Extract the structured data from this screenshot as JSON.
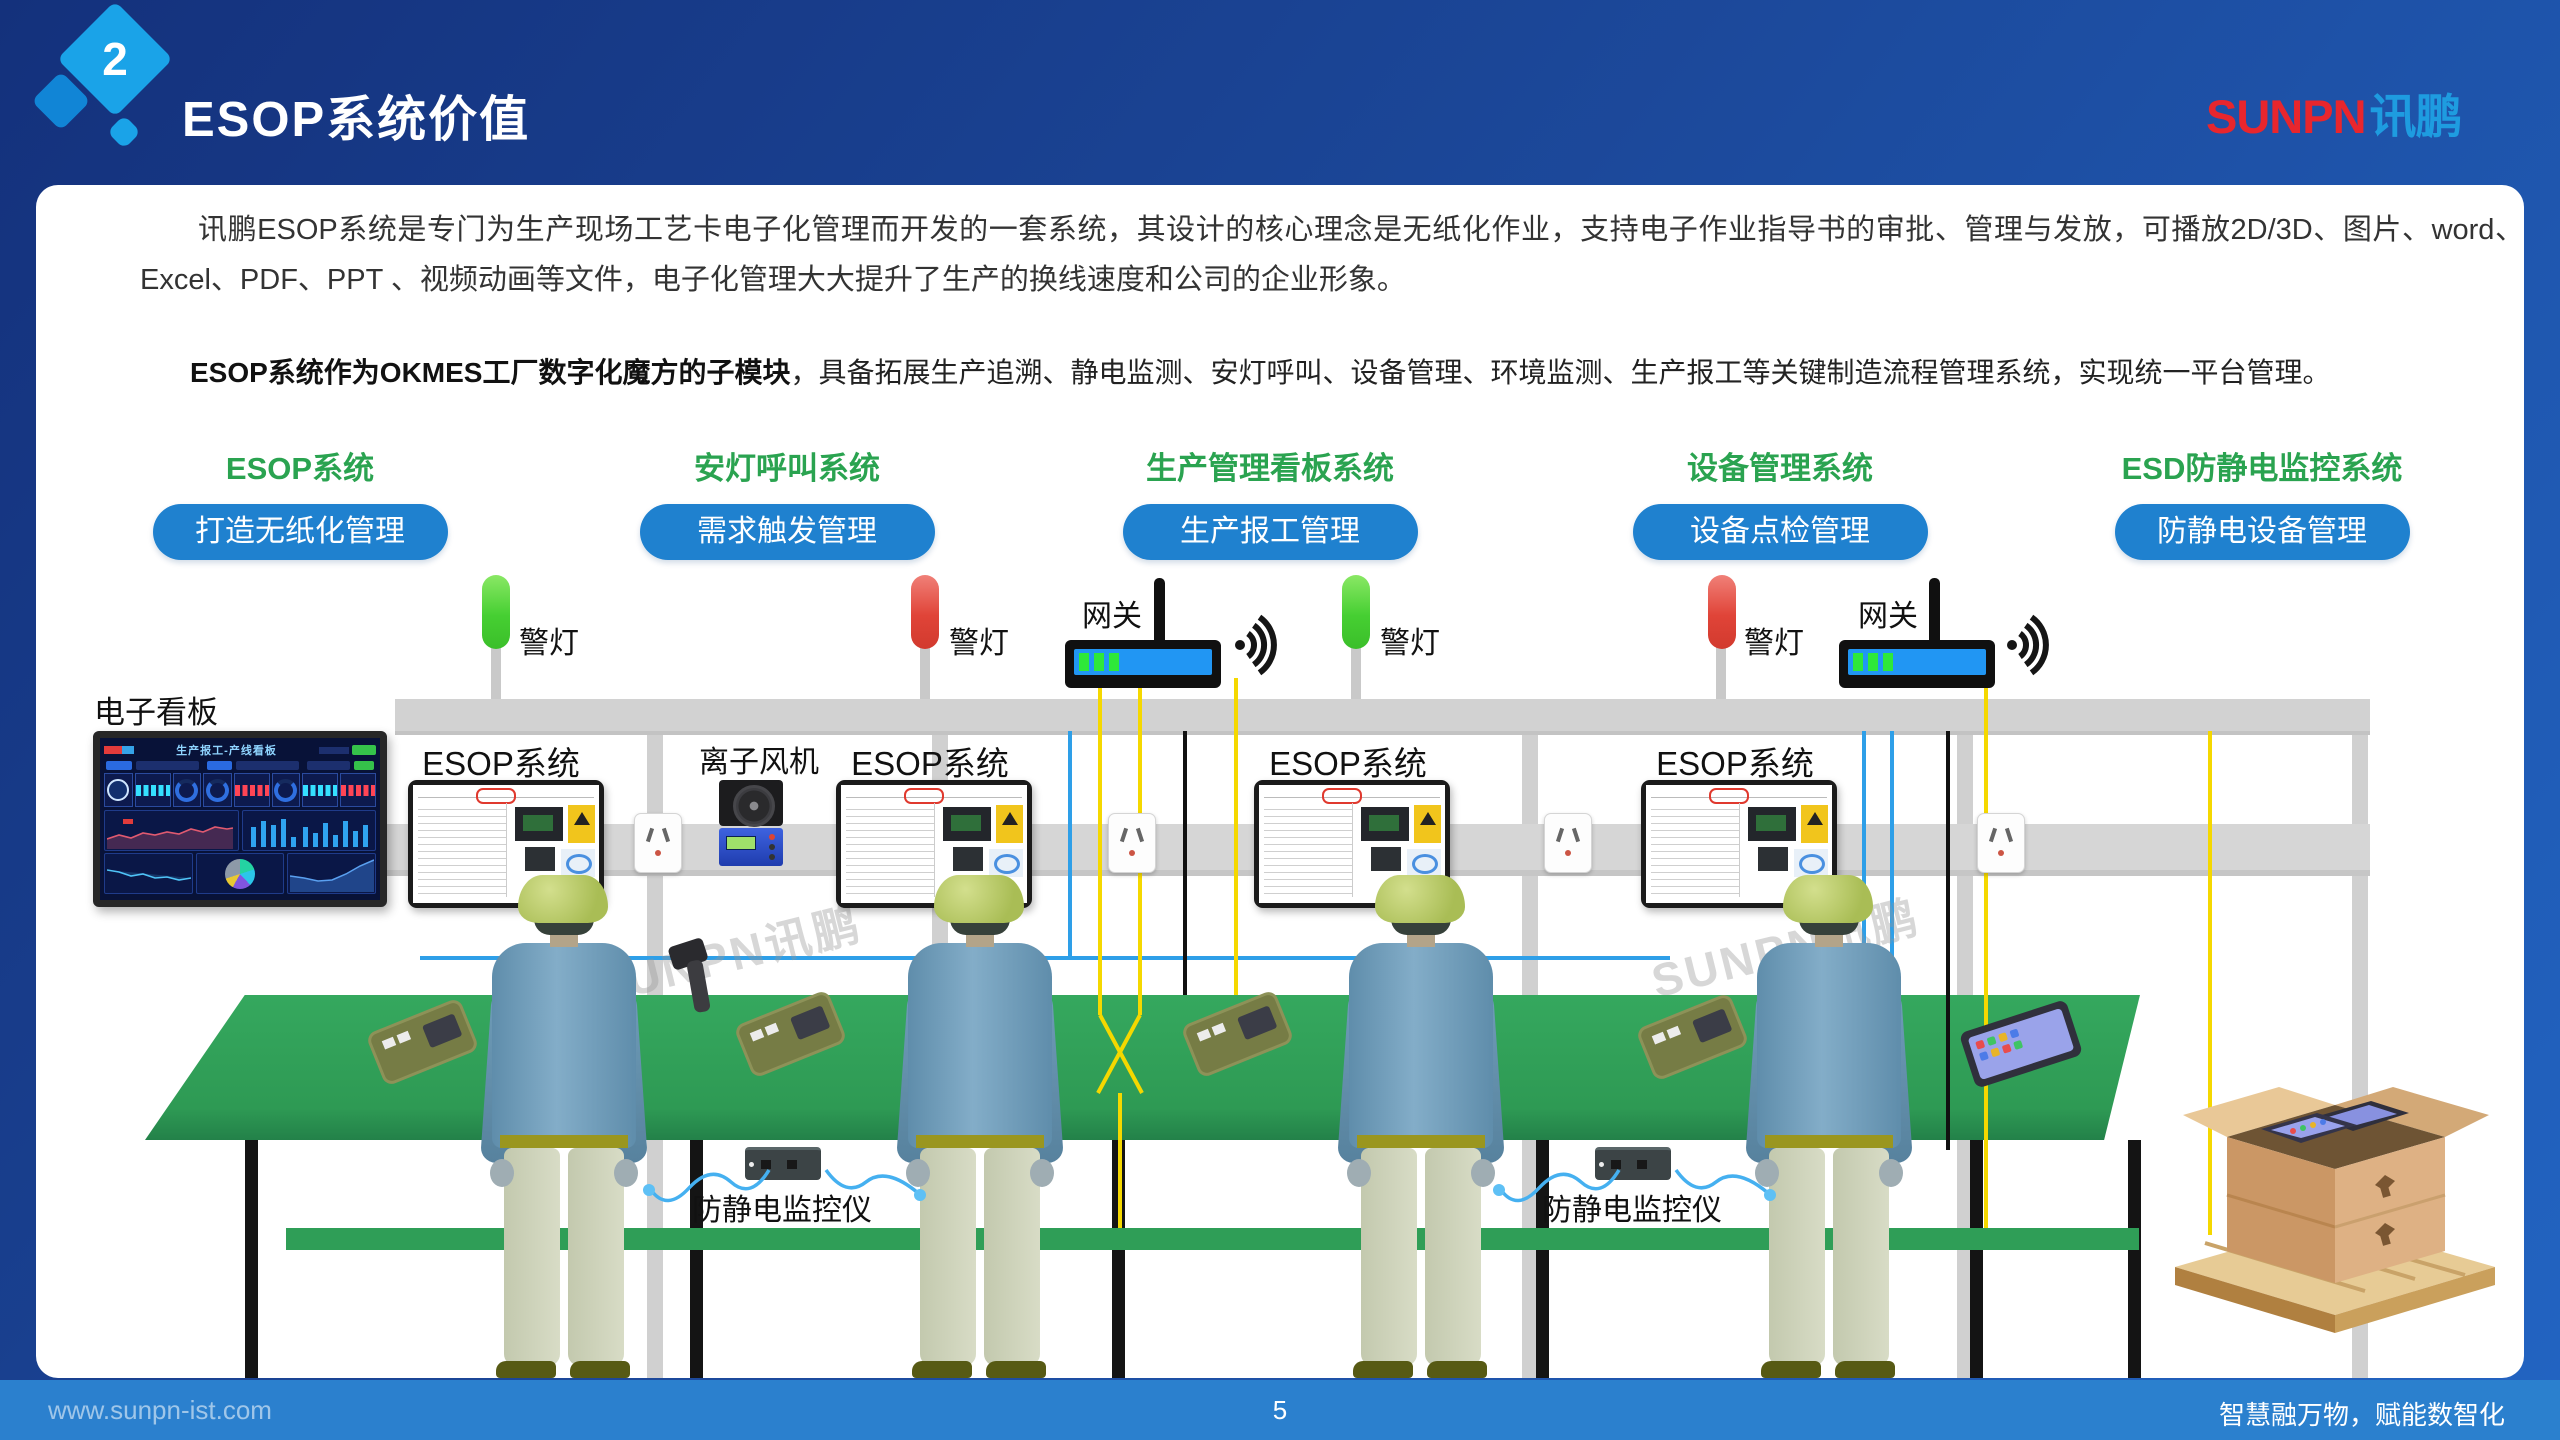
{
  "slide": {
    "slide_number": "2",
    "title": "ESOP系统价值",
    "logo": {
      "latin": "SUNPN",
      "cn": "讯鹏"
    },
    "intro_paragraph": "讯鹏ESOP系统是专门为生产现场工艺卡电子化管理而开发的一套系统，其设计的核心理念是无纸化作业，支持电子作业指导书的审批、管理与发放，可播放2D/3D、图片、word、Excel、PDF、PPT 、视频动画等文件，电子化管理大大提升了生产的换线速度和公司的企业形象。",
    "module_paragraph_bold": "ESOP系统作为OKMES工厂数字化魔方的子模块",
    "module_paragraph_rest": "，具备拓展生产追溯、静电监测、安灯呼叫、设备管理、环境监测、生产报工等关键制造流程管理系统，实现统一平台管理。",
    "systems": [
      {
        "name": "ESOP系统",
        "feature": "打造无纸化管理"
      },
      {
        "name": "安灯呼叫系统",
        "feature": "需求触发管理"
      },
      {
        "name": "生产管理看板系统",
        "feature": "生产报工管理"
      },
      {
        "name": "设备管理系统",
        "feature": "设备点检管理"
      },
      {
        "name": "ESD防静电监控系统",
        "feature": "防静电设备管理"
      }
    ],
    "diagram": {
      "dashboard_label": "电子看板",
      "dashboard_title": "生产报工-产线看板",
      "alarm_light_label": "警灯",
      "gateway_label": "网关",
      "esop_label": "ESOP系统",
      "ion_fan_label": "离子风机",
      "esd_monitor_label": "防静电监控仪",
      "watermark": "SUNPN讯鹏"
    },
    "footer": {
      "website": "www.sunpn-ist.com",
      "page": "5",
      "slogan": "智慧融万物，赋能数智化"
    },
    "colors": {
      "accent_green": "#2aa350",
      "accent_blue": "#1f81cf",
      "alarm_green": "#46cf32",
      "alarm_red": "#e04438",
      "table_green": "#2f9e57",
      "footer_blue": "#2b80ce",
      "brand_red": "#e8262d",
      "brand_blue": "#1e9ce0"
    }
  }
}
